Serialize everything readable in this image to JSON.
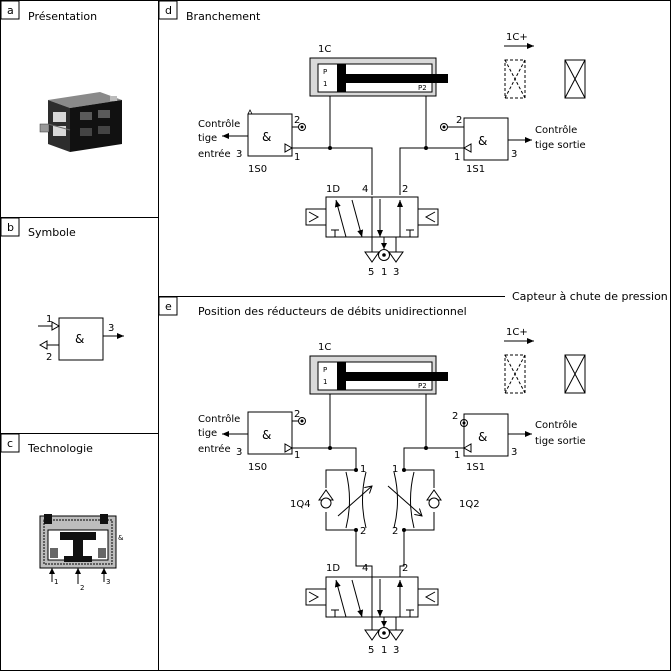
{
  "panels": {
    "a": {
      "letter": "a",
      "title": "Présentation"
    },
    "b": {
      "letter": "b",
      "title": "Symbole"
    },
    "c": {
      "letter": "c",
      "title": "Technologie"
    },
    "d": {
      "letter": "d",
      "title": "Branchement"
    },
    "e": {
      "letter": "e",
      "title": "Position des réducteurs de débits unidirectionnel"
    }
  },
  "callout": "Capteur à chute de pression",
  "symbol": {
    "port1": "1",
    "port2": "2",
    "port3": "3",
    "logic": "&"
  },
  "technology": {
    "port1": "1",
    "port2": "2",
    "port3": "3"
  },
  "circuit": {
    "cylinder": "1C",
    "cyl_p1_a": "P",
    "cyl_p1_b": "1",
    "cyl_p2": "P2",
    "signal": "1C+",
    "logic": "&",
    "left_sensor": {
      "id": "1S0",
      "text1": "Contrôle",
      "text2": "tige",
      "text3": "entrée",
      "port1": "1",
      "port2": "2",
      "port3": "3"
    },
    "right_sensor": {
      "id": "1S1",
      "text1": "Contrôle",
      "text2": "tige sortie",
      "port1": "1",
      "port2": "2",
      "port3": "3"
    },
    "valve": {
      "id": "1D",
      "port4": "4",
      "port2": "2",
      "port5": "5",
      "port1": "1",
      "port3": "3"
    },
    "left_throttle": {
      "id": "1Q4",
      "port1": "1",
      "port2": "2"
    },
    "right_throttle": {
      "id": "1Q2",
      "port1": "1",
      "port2": "2"
    }
  }
}
